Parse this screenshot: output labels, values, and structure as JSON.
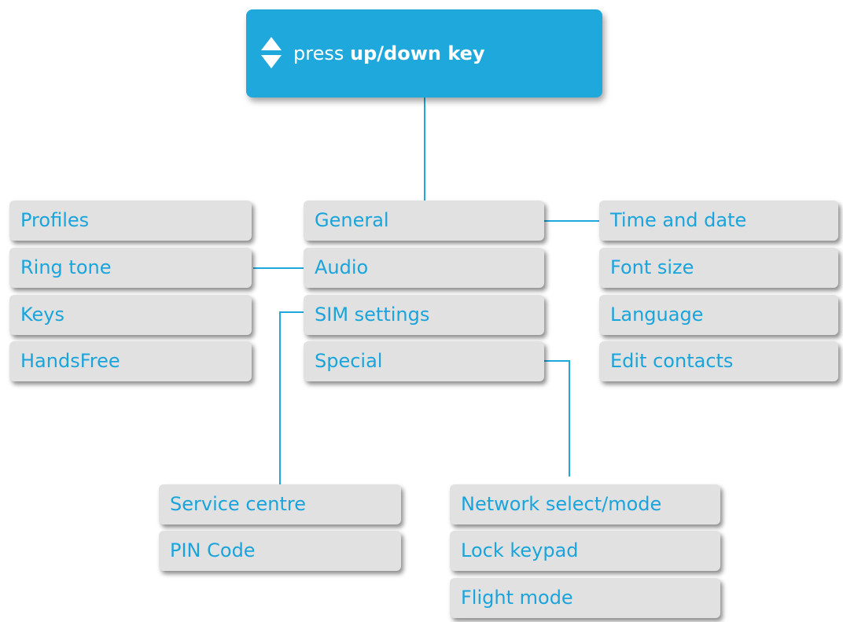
{
  "header": {
    "prefix": "press",
    "key": "up/down key",
    "icon": "up-down-arrows-icon"
  },
  "colors": {
    "header_bg": "#1fa8dc",
    "item_text": "#1aa4dc",
    "item_bg": "#e1e1e1",
    "connector": "#1fa8dc"
  },
  "left_menu": [
    "Profiles",
    "Ring tone",
    "Keys",
    "HandsFree"
  ],
  "center_menu": [
    "General",
    "Audio",
    "SIM settings",
    "Special"
  ],
  "right_menu": [
    "Time and date",
    "Font size",
    "Language",
    "Edit contacts"
  ],
  "sim_submenu": [
    "Service centre",
    "PIN Code"
  ],
  "special_submenu": [
    "Network select/mode",
    "Lock keypad",
    "Flight mode"
  ]
}
